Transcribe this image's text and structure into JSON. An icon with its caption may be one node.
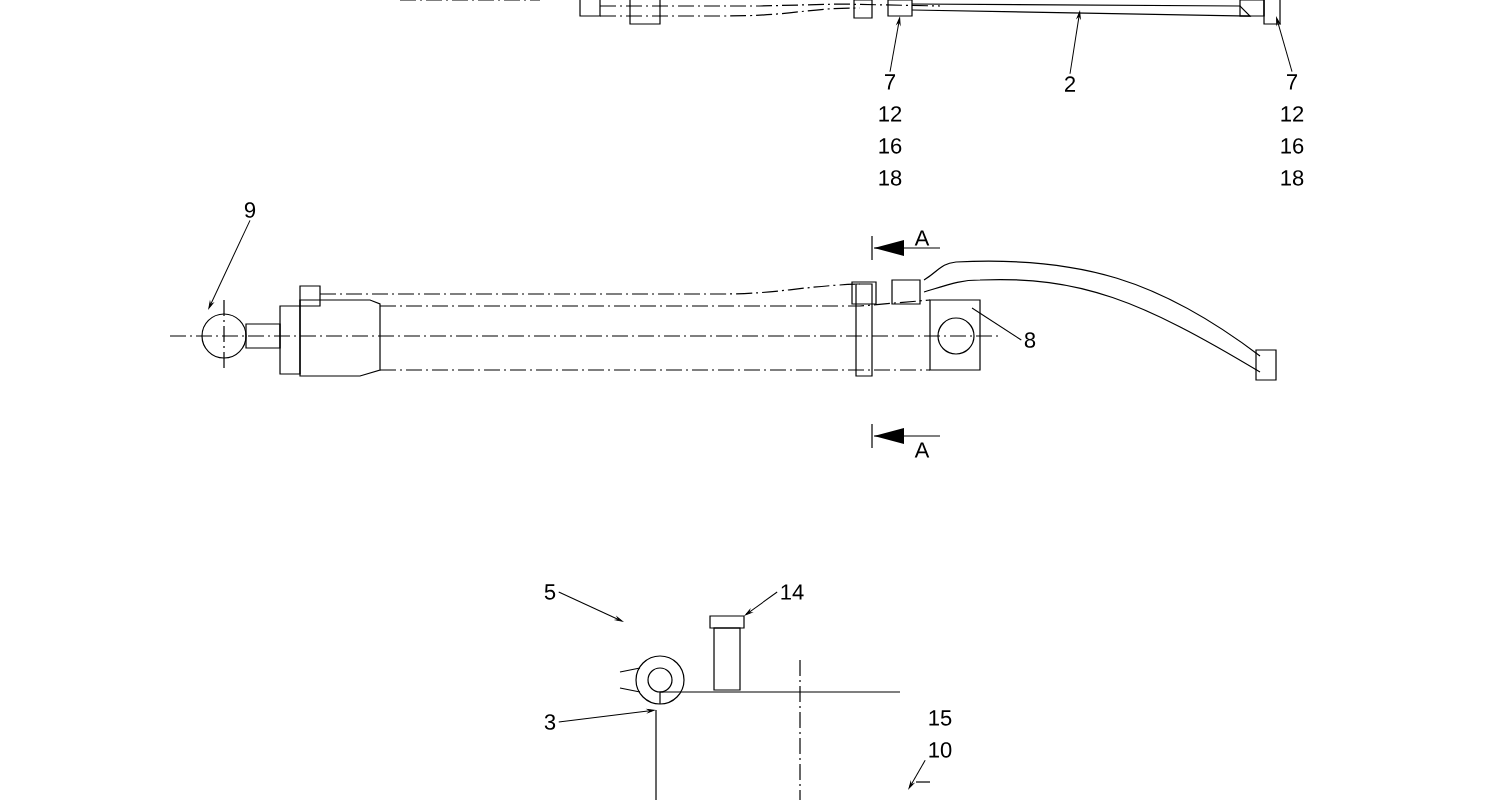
{
  "diagram": {
    "nodes": [
      {
        "text": [
          "7",
          "12",
          "16",
          "18"
        ]
      },
      {
        "text": [
          "2"
        ]
      },
      {
        "text": [
          "7",
          "12",
          "16",
          "18"
        ]
      },
      {
        "text": [
          "9"
        ]
      },
      {
        "text": [
          "8"
        ]
      },
      {
        "text": [
          "5"
        ]
      },
      {
        "text": [
          "14"
        ]
      },
      {
        "text": [
          "3"
        ]
      },
      {
        "text": [
          "15",
          "10"
        ]
      }
    ],
    "edges": [
      {
        "from": 0,
        "to": null,
        "arrow": "to"
      },
      {
        "from": 1,
        "to": null,
        "arrow": "to"
      },
      {
        "from": 2,
        "to": null,
        "arrow": "to"
      },
      {
        "from": 3,
        "to": null,
        "arrow": "to"
      },
      {
        "from": 4,
        "to": null,
        "arrow": "none"
      },
      {
        "from": 5,
        "to": null,
        "arrow": "to"
      },
      {
        "from": 6,
        "to": null,
        "arrow": "to"
      },
      {
        "from": 7,
        "to": null,
        "arrow": "to"
      },
      {
        "from": 8,
        "to": null,
        "arrow": "to"
      }
    ],
    "labels": [
      "A",
      "A"
    ]
  }
}
